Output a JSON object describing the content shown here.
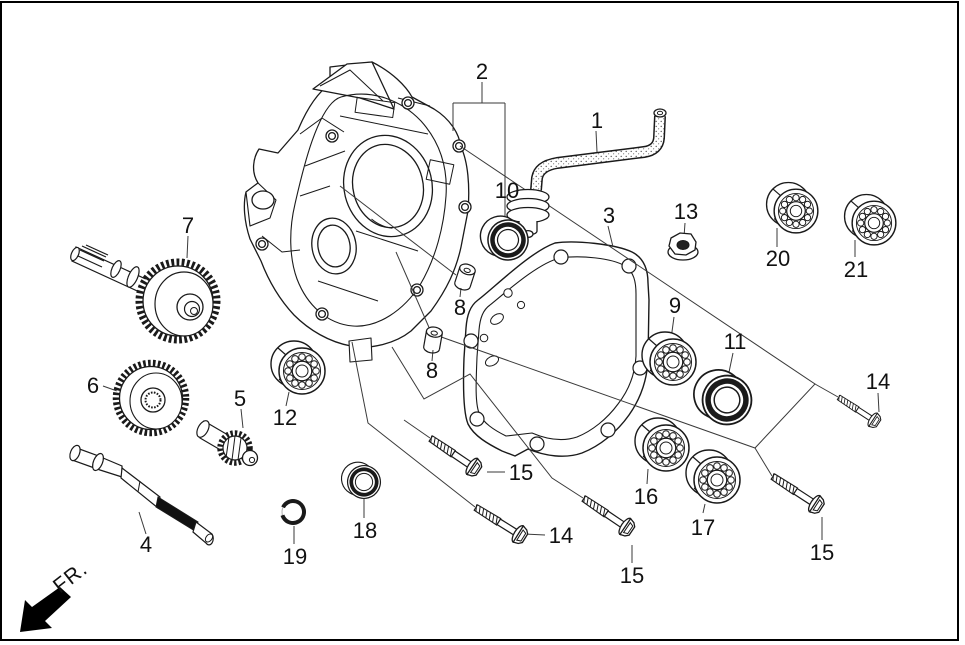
{
  "figure": {
    "kind": "exploded-parts-diagram",
    "description": "Transmission case / gearbox cover exploded view with numbered callouts",
    "background_color": "#ffffff",
    "line_color": "#1a1a1a",
    "leader_line_color": "#3a3a3a"
  },
  "fr_indicator": {
    "label": "FR."
  },
  "callouts": [
    {
      "id": "part-1-breather-tube",
      "label": "1"
    },
    {
      "id": "part-2-cover-group",
      "label": "2"
    },
    {
      "id": "part-3-gasket",
      "label": "3"
    },
    {
      "id": "part-4-drive-shaft",
      "label": "4"
    },
    {
      "id": "part-5-pinion-gear",
      "label": "5"
    },
    {
      "id": "part-6-gear",
      "label": "6"
    },
    {
      "id": "part-7-final-shaft-gear",
      "label": "7"
    },
    {
      "id": "part-8-collar-upper",
      "label": "8"
    },
    {
      "id": "part-8-collar-lower",
      "label": "8"
    },
    {
      "id": "part-9-bearing",
      "label": "9"
    },
    {
      "id": "part-10-oil-seal",
      "label": "10"
    },
    {
      "id": "part-11-oil-seal",
      "label": "11"
    },
    {
      "id": "part-12-bearing",
      "label": "12"
    },
    {
      "id": "part-13-flange-nut",
      "label": "13"
    },
    {
      "id": "part-14-bolt-left",
      "label": "14"
    },
    {
      "id": "part-14-bolt-right",
      "label": "14"
    },
    {
      "id": "part-15-bolt-a",
      "label": "15"
    },
    {
      "id": "part-15-bolt-b",
      "label": "15"
    },
    {
      "id": "part-15-bolt-c",
      "label": "15"
    },
    {
      "id": "part-16-bearing",
      "label": "16"
    },
    {
      "id": "part-17-bearing",
      "label": "17"
    },
    {
      "id": "part-18-oil-seal",
      "label": "18"
    },
    {
      "id": "part-19-circlip",
      "label": "19"
    },
    {
      "id": "part-20-bearing",
      "label": "20"
    },
    {
      "id": "part-21-bearing",
      "label": "21"
    }
  ]
}
